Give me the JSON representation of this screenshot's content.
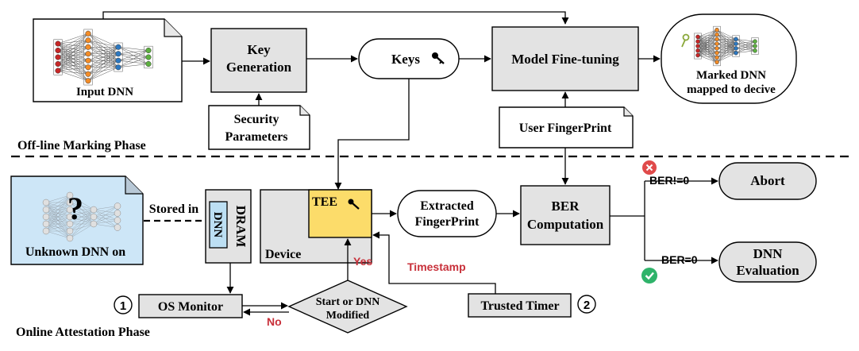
{
  "labels": {
    "input_dnn": "Input DNN",
    "key_generation_1": "Key",
    "key_generation_2": "Generation",
    "keys": "Keys",
    "model_finetuning": "Model Fine-tuning",
    "marked_dnn_1": "Marked DNN",
    "marked_dnn_2": "mapped to decive",
    "security_params_1": "Security",
    "security_params_2": "Parameters",
    "user_fingerprint": "User FingerPrint",
    "offline_phase": "Off-line Marking Phase",
    "unknown_dnn": "Unknown DNN on",
    "question_mark": "?",
    "stored_in": "Stored in",
    "dram": "DRAM",
    "dnn": "DNN",
    "device": "Device",
    "tee": "TEE",
    "extracted_fp_1": "Extracted",
    "extracted_fp_2": "FingerPrint",
    "ber_1": "BER",
    "ber_2": "Computation",
    "ber_not_zero": "BER!=0",
    "ber_zero": "BER=0",
    "abort": "Abort",
    "dnn_eval_1": "DNN",
    "dnn_eval_2": "Evaluation",
    "yes": "Yes",
    "no": "No",
    "timestamp": "Timestamp",
    "os_monitor": "OS Monitor",
    "decision_1": "Start or DNN",
    "decision_2": "Modified",
    "trusted_timer": "Trusted Timer",
    "step_1": "1",
    "step_2": "2",
    "online_phase": "Online Attestation Phase"
  },
  "colors": {
    "box_gray": "#e3e3e3",
    "tee_yellow": "#fcdc6a",
    "unknown_blue": "#cde6f7",
    "dram_blue": "#bcdff3",
    "accent_red": "#c8303a",
    "ok_green": "#2fb36a",
    "err_red": "#e04a4a"
  }
}
